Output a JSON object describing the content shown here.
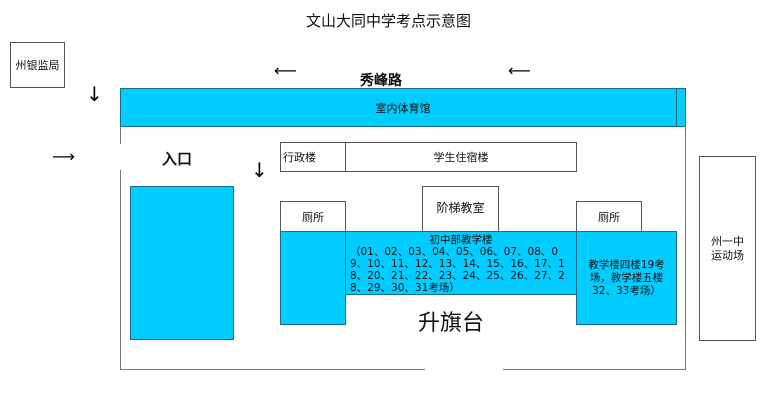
{
  "title": "文山大同中学考点示意图",
  "road": "秀峰路",
  "entrance": "入口",
  "buildings": {
    "bank_regulator": "州银监局",
    "gym": "室内体育馆",
    "admin": "行政楼",
    "dormitory": "学生住宿楼",
    "lecture_hall": "阶梯教室",
    "toilet_left": "厕所",
    "toilet_right": "厕所",
    "junior_building_title": "初中部教学楼",
    "junior_building_rooms": "（01、02、03、04、05、06、07、08、09、10、11、12、13、14、15、16、17、18、20、21、22、23、24、25、26、27、28、29、30、31考场）",
    "teaching_building_rooms": "教学楼四楼19考场，教学楼五楼32、33考场）",
    "flag_platform": "升旗台",
    "sports_field": "州一中运动场"
  },
  "colors": {
    "building_blue": "#00ccff"
  }
}
